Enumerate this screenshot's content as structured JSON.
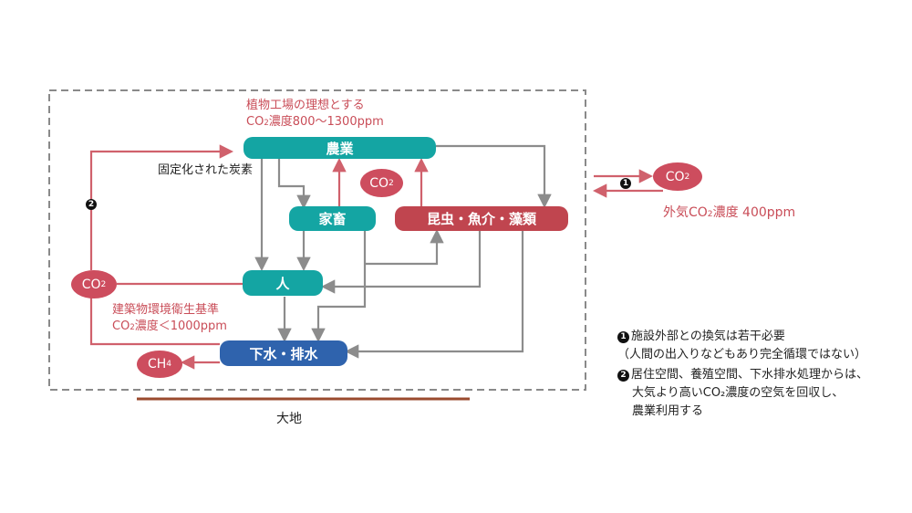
{
  "nodes": {
    "farming": "農業",
    "livestock": "家畜",
    "insects_fish_algae": "昆虫・魚介・藻類",
    "human": "人",
    "sewage": "下水・排水",
    "co2_center": "CO",
    "co2_left": "CO",
    "co2_outside": "CO",
    "ch4": "CH",
    "co2_sub": "2",
    "ch4_sub": "4"
  },
  "labels": {
    "plant_factory_line1": "植物工場の理想とする",
    "plant_factory_line2_pre": "CO",
    "plant_factory_line2_sub": "2",
    "plant_factory_line2_post": "濃度800〜1300ppm",
    "fixed_carbon": "固定化された炭素",
    "building_standard_line1": "建築物環境衛生基準",
    "building_standard_line2_pre": "CO",
    "building_standard_line2_sub": "2",
    "building_standard_line2_post": "濃度＜1000ppm",
    "outside_air_pre": "外気CO",
    "outside_air_sub": "2",
    "outside_air_post": "濃度 400ppm",
    "ground": "大地"
  },
  "badges": {
    "one": "1",
    "two": "2"
  },
  "notes": {
    "note1_line1": "施設外部との換気は若干必要",
    "note1_line2": "（人間の出入りなどもあり完全循環ではない）",
    "note2_line1": "居住空間、養殖空間、下水排水処理からは、",
    "note2_line2": "大気より高いCO₂濃度の空気を回収し、",
    "note2_line3": "農業利用する"
  },
  "colors": {
    "teal": "#14a5a3",
    "red_box": "#c0454f",
    "blue_box": "#2f63ad",
    "co2_red": "#cd4d5e",
    "arrow_red": "#d0616c",
    "arrow_gray": "#8c8c8c",
    "ground": "#9a4a2e"
  }
}
